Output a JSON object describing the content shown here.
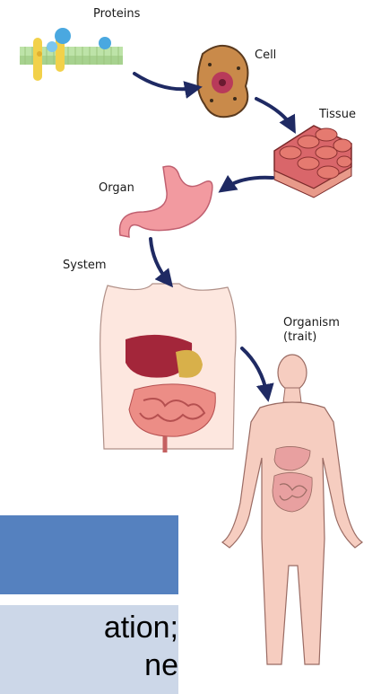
{
  "labels": {
    "proteins": "Proteins",
    "cell": "Cell",
    "tissue": "Tissue",
    "organ": "Organ",
    "system": "System",
    "organism": "Organism\n(trait)"
  },
  "panel": {
    "line1": "ation;",
    "line2": "ne"
  },
  "colors": {
    "arrow": "#1f2a63",
    "skin": "#f6cdc0",
    "skin_outline": "#9a6b63",
    "blue_bar": "#5581bf",
    "text_panel": "#ccd7e8"
  }
}
